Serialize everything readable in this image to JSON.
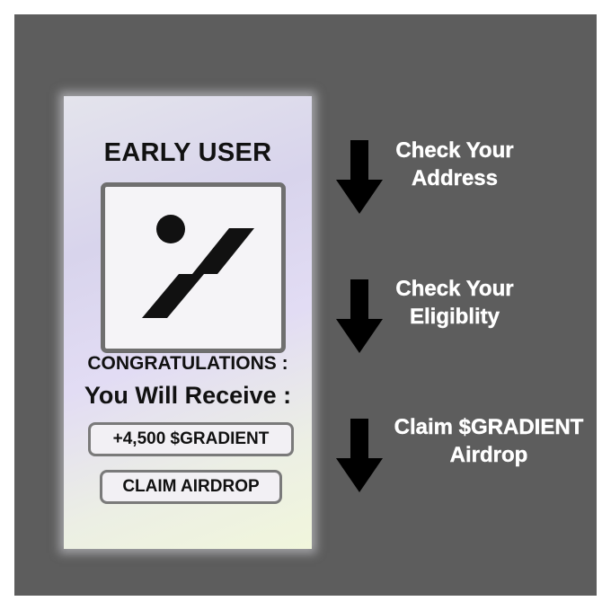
{
  "card": {
    "title": "EARLY USER",
    "congratulations": "CONGRATULATIONS :",
    "receive": "You Will Receive :",
    "amount": "+4,500 $GRADIENT",
    "claim_button": "CLAIM AIRDROP"
  },
  "steps": [
    {
      "line1": "Check Your",
      "line2": "Address"
    },
    {
      "line1": "Check Your",
      "line2": "Eligiblity"
    },
    {
      "line1": "Claim $GRADIENT",
      "line2": "Airdrop"
    }
  ],
  "icons": {
    "logo": "gradient-logo-icon",
    "arrow": "arrow-down-icon"
  },
  "colors": {
    "background": "#5d5d5d",
    "text_light": "#ffffff",
    "text_dark": "#111111"
  }
}
